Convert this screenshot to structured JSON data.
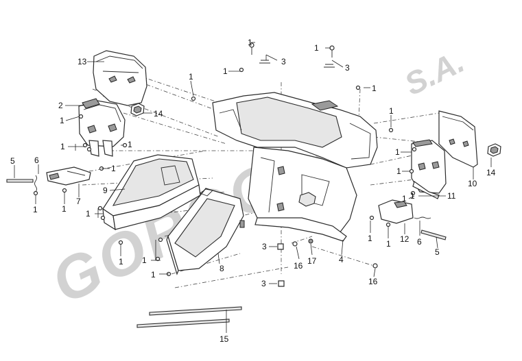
{
  "watermark": {
    "brand": "GORGOLIS",
    "suffix": "S.A."
  },
  "callouts": [
    {
      "id": "c13",
      "text": "13"
    },
    {
      "id": "c2",
      "text": "2"
    },
    {
      "id": "c14a",
      "text": "14"
    },
    {
      "id": "c1a",
      "text": "1"
    },
    {
      "id": "c1b",
      "text": "1"
    },
    {
      "id": "c1c",
      "text": "1"
    },
    {
      "id": "c1d",
      "text": "1"
    },
    {
      "id": "c5a",
      "text": "5"
    },
    {
      "id": "c6a",
      "text": "6"
    },
    {
      "id": "c1e",
      "text": "1"
    },
    {
      "id": "c1f",
      "text": "1"
    },
    {
      "id": "c7",
      "text": "7"
    },
    {
      "id": "c9",
      "text": "9"
    },
    {
      "id": "c1g",
      "text": "1"
    },
    {
      "id": "c1h",
      "text": "1"
    },
    {
      "id": "c1i",
      "text": "1"
    },
    {
      "id": "c1j",
      "text": "1"
    },
    {
      "id": "c8",
      "text": "8"
    },
    {
      "id": "c1k",
      "text": "1"
    },
    {
      "id": "c1l",
      "text": "1"
    },
    {
      "id": "c3a",
      "text": "3"
    },
    {
      "id": "c1m",
      "text": "1"
    },
    {
      "id": "c3b",
      "text": "3"
    },
    {
      "id": "c1n",
      "text": "1"
    },
    {
      "id": "c1o",
      "text": "1"
    },
    {
      "id": "c1p",
      "text": "1"
    },
    {
      "id": "c3c",
      "text": "3"
    },
    {
      "id": "c16a",
      "text": "16"
    },
    {
      "id": "c17",
      "text": "17"
    },
    {
      "id": "c4",
      "text": "4"
    },
    {
      "id": "c3d",
      "text": "3"
    },
    {
      "id": "c16b",
      "text": "16"
    },
    {
      "id": "c1q",
      "text": "1"
    },
    {
      "id": "c1r",
      "text": "1"
    },
    {
      "id": "c1s",
      "text": "1"
    },
    {
      "id": "c10",
      "text": "10"
    },
    {
      "id": "c14b",
      "text": "14"
    },
    {
      "id": "c11",
      "text": "11"
    },
    {
      "id": "c1t",
      "text": "1"
    },
    {
      "id": "c1u",
      "text": "1"
    },
    {
      "id": "c1v",
      "text": "1"
    },
    {
      "id": "c12",
      "text": "12"
    },
    {
      "id": "c6b",
      "text": "6"
    },
    {
      "id": "c5b",
      "text": "5"
    },
    {
      "id": "c15",
      "text": "15"
    }
  ]
}
